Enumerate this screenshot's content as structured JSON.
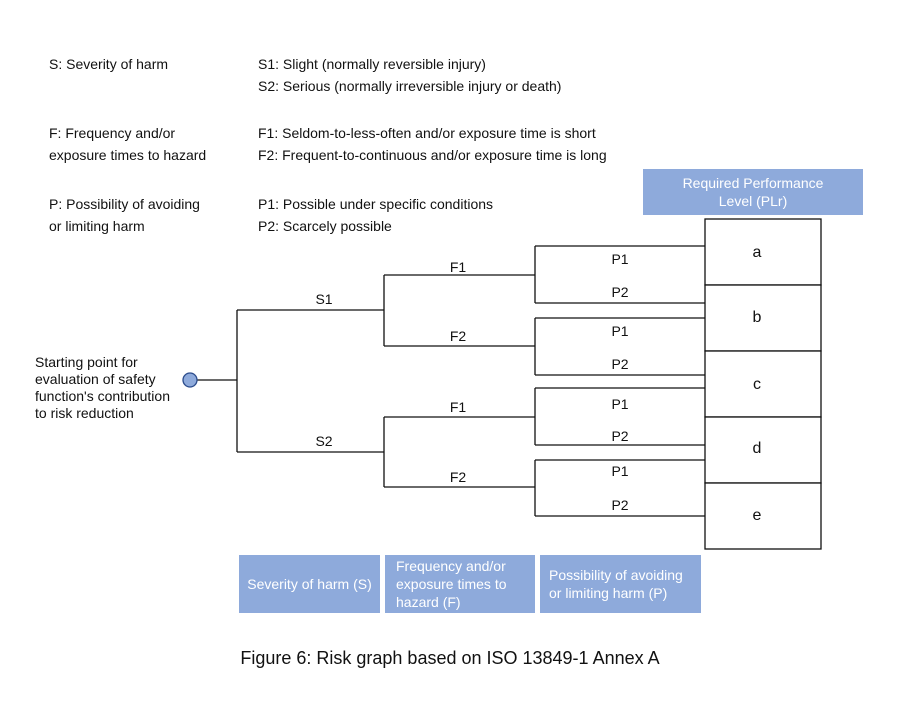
{
  "legend": {
    "severity": {
      "label": "S: Severity of harm",
      "s1": "S1: Slight (normally reversible injury)",
      "s2": "S2: Serious (normally irreversible injury or death)"
    },
    "frequency": {
      "label_line1": "F: Frequency and/or",
      "label_line2": "exposure times to hazard",
      "f1": "F1: Seldom-to-less-often and/or exposure time is short",
      "f2": "F2: Frequent-to-continuous and/or exposure time is long"
    },
    "possibility": {
      "label_line1": "P: Possibility of avoiding",
      "label_line2": "or limiting harm",
      "p1": "P1: Possible under specific conditions",
      "p2": "P2: Scarcely possible"
    }
  },
  "plr_header": {
    "line1": "Required Performance",
    "line2": "Level (PLr)"
  },
  "start_label": {
    "line1": "Starting point for",
    "line2": "evaluation of safety",
    "line3": "function's contribution",
    "line4": "to risk reduction"
  },
  "branch_labels": {
    "s1": "S1",
    "s2": "S2",
    "f1": "F1",
    "f2": "F2",
    "p1": "P1",
    "p2": "P2"
  },
  "pl_levels": [
    "a",
    "b",
    "c",
    "d",
    "e"
  ],
  "bottom_boxes": {
    "severity": "Severity of harm (S)",
    "frequency_line1": "Frequency and/or",
    "frequency_line2": "exposure times to",
    "frequency_line3": "hazard (F)",
    "possibility_line1": "Possibility of avoiding",
    "possibility_line2": "or limiting harm (P)"
  },
  "caption": "Figure 6: Risk graph based on ISO 13849-1 Annex A",
  "colors": {
    "box_fill": "#8eaadb",
    "start_marker": "#8eaadb"
  }
}
